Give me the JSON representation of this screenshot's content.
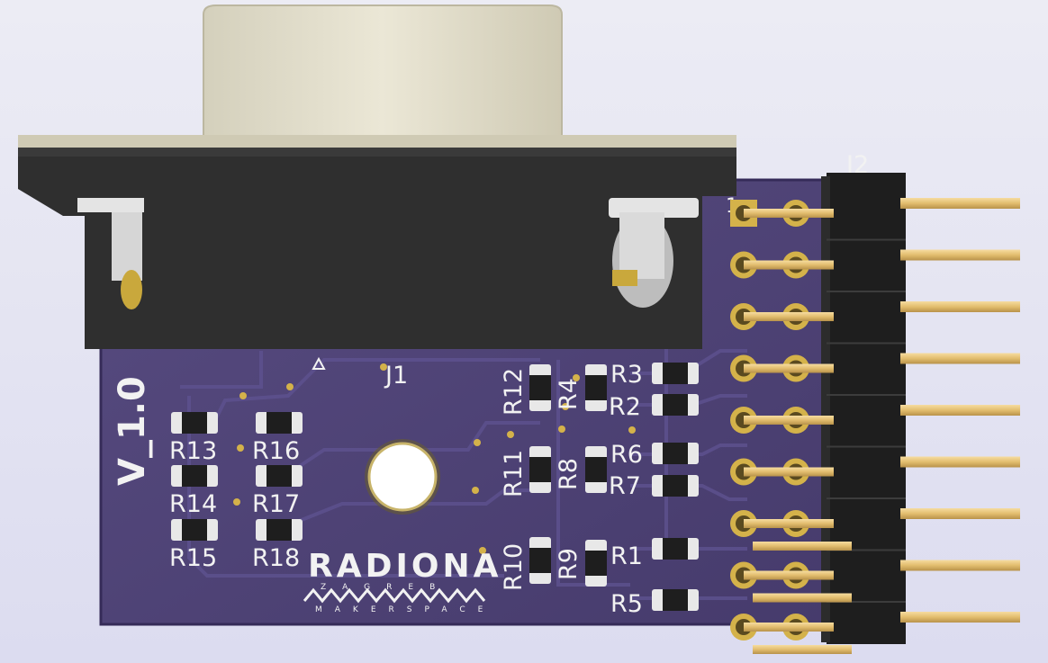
{
  "board": {
    "version": "V_1.0",
    "connector_ref": "J1",
    "header_ref": "J2",
    "pin1_mark": "1",
    "logo": {
      "name": "RADIONA",
      "line1": "ZAGREB",
      "line2": "MAKERSPACE"
    }
  },
  "resistors": [
    {
      "ref": "R1"
    },
    {
      "ref": "R2"
    },
    {
      "ref": "R3"
    },
    {
      "ref": "R4"
    },
    {
      "ref": "R5"
    },
    {
      "ref": "R6"
    },
    {
      "ref": "R7"
    },
    {
      "ref": "R8"
    },
    {
      "ref": "R9"
    },
    {
      "ref": "R10"
    },
    {
      "ref": "R11"
    },
    {
      "ref": "R12"
    },
    {
      "ref": "R13"
    },
    {
      "ref": "R14"
    },
    {
      "ref": "R15"
    },
    {
      "ref": "R16"
    },
    {
      "ref": "R17"
    },
    {
      "ref": "R18"
    }
  ],
  "colors": {
    "pcb": "#4a3f72",
    "pcb_edge": "#3b3260",
    "copper": "#d4b24a",
    "silk": "#f2f2f2",
    "connector_body": "#2c2c2c",
    "connector_shell": "#e0dcc8",
    "pin_gold": "#e6c47a",
    "header_plastic": "#1e1e1e"
  }
}
